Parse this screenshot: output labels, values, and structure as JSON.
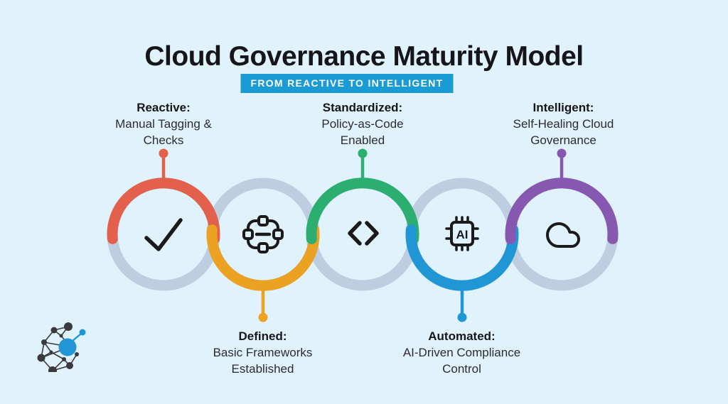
{
  "title": "Cloud Governance Maturity Model",
  "subtitle": "FROM REACTIVE TO INTELLIGENT",
  "colors": {
    "background": "#E0F3FC",
    "banner": "#1B9BD4",
    "ring_track": "#BDCEE1",
    "icon_stroke": "#1A1A1A",
    "title_text": "#16161A",
    "body_text": "#2B2B30",
    "logo_dark": "#3A3A3E",
    "logo_blue": "#2296D4"
  },
  "stages": [
    {
      "name": "reactive",
      "heading": "Reactive:",
      "description": "Manual Tagging & Checks",
      "color": "#E2604C",
      "icon": "check-icon",
      "connector": "top"
    },
    {
      "name": "defined",
      "heading": "Defined:",
      "description": "Basic Frameworks Established",
      "color": "#EBA122",
      "icon": "workflow-icon",
      "connector": "bottom"
    },
    {
      "name": "standardized",
      "heading": "Standardized:",
      "description": "Policy-as-Code Enabled",
      "color": "#2BAE70",
      "icon": "code-icon",
      "connector": "top"
    },
    {
      "name": "automated",
      "heading": "Automated:",
      "description": "AI-Driven Compliance Control",
      "color": "#2196D4",
      "icon": "ai-chip-icon",
      "icon_text": "AI",
      "connector": "bottom"
    },
    {
      "name": "intelligent",
      "heading": "Intelligent:",
      "description": "Self-Healing Cloud Governance",
      "color": "#8758B0",
      "icon": "cloud-icon",
      "connector": "top"
    }
  ]
}
